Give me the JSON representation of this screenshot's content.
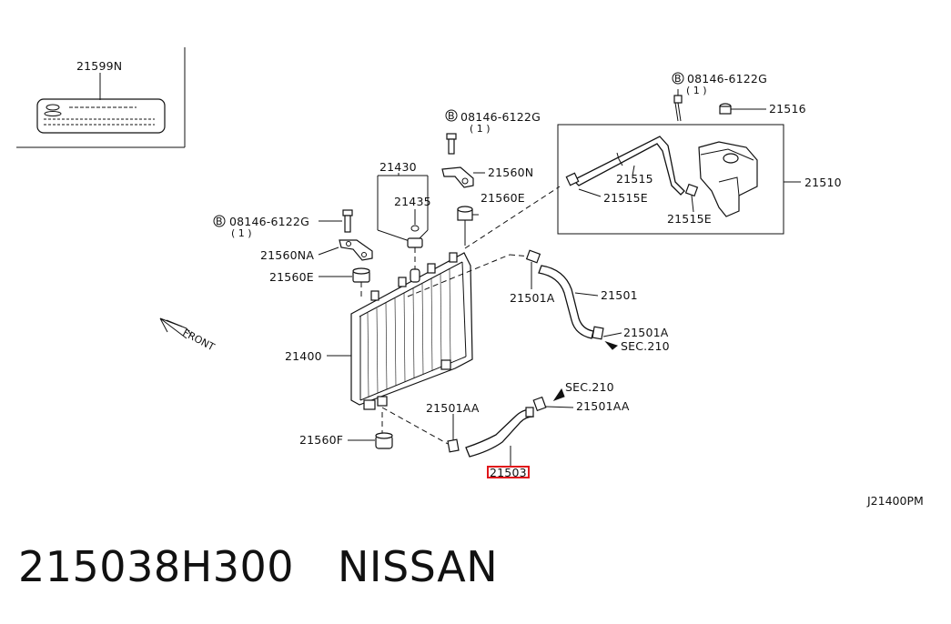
{
  "labels": {
    "l21599N": "21599N",
    "bolt1": "08146-6122G",
    "bolt1_qty": "( 1 )",
    "bolt2": "08146-6122G",
    "bolt2_qty": "( 1 )",
    "bolt3": "08146-6122G",
    "bolt3_qty": "( 1 )",
    "bolt_symbol": "B",
    "l21516": "21516",
    "l21510": "21510",
    "l21515": "21515",
    "l21515E_a": "21515E",
    "l21515E_b": "21515E",
    "l21430": "21430",
    "l21435": "21435",
    "l21560N": "21560N",
    "l21560E_a": "21560E",
    "l21560NA": "21560NA",
    "l21560E_b": "21560E",
    "l21501A_a": "21501A",
    "l21501": "21501",
    "l21501A_b": "21501A",
    "sec210_a": "SEC.210",
    "front": "FRONT",
    "l21400": "21400",
    "sec210_b": "SEC.210",
    "l21501AA_a": "21501AA",
    "l21501AA_b": "21501AA",
    "l21560F": "21560F",
    "l21503": "21503"
  },
  "diagram_code": "J21400PM",
  "footer": {
    "part_number": "215038H300",
    "brand": "NISSAN"
  },
  "colors": {
    "highlight": "#e0161b",
    "ink": "#111111"
  }
}
